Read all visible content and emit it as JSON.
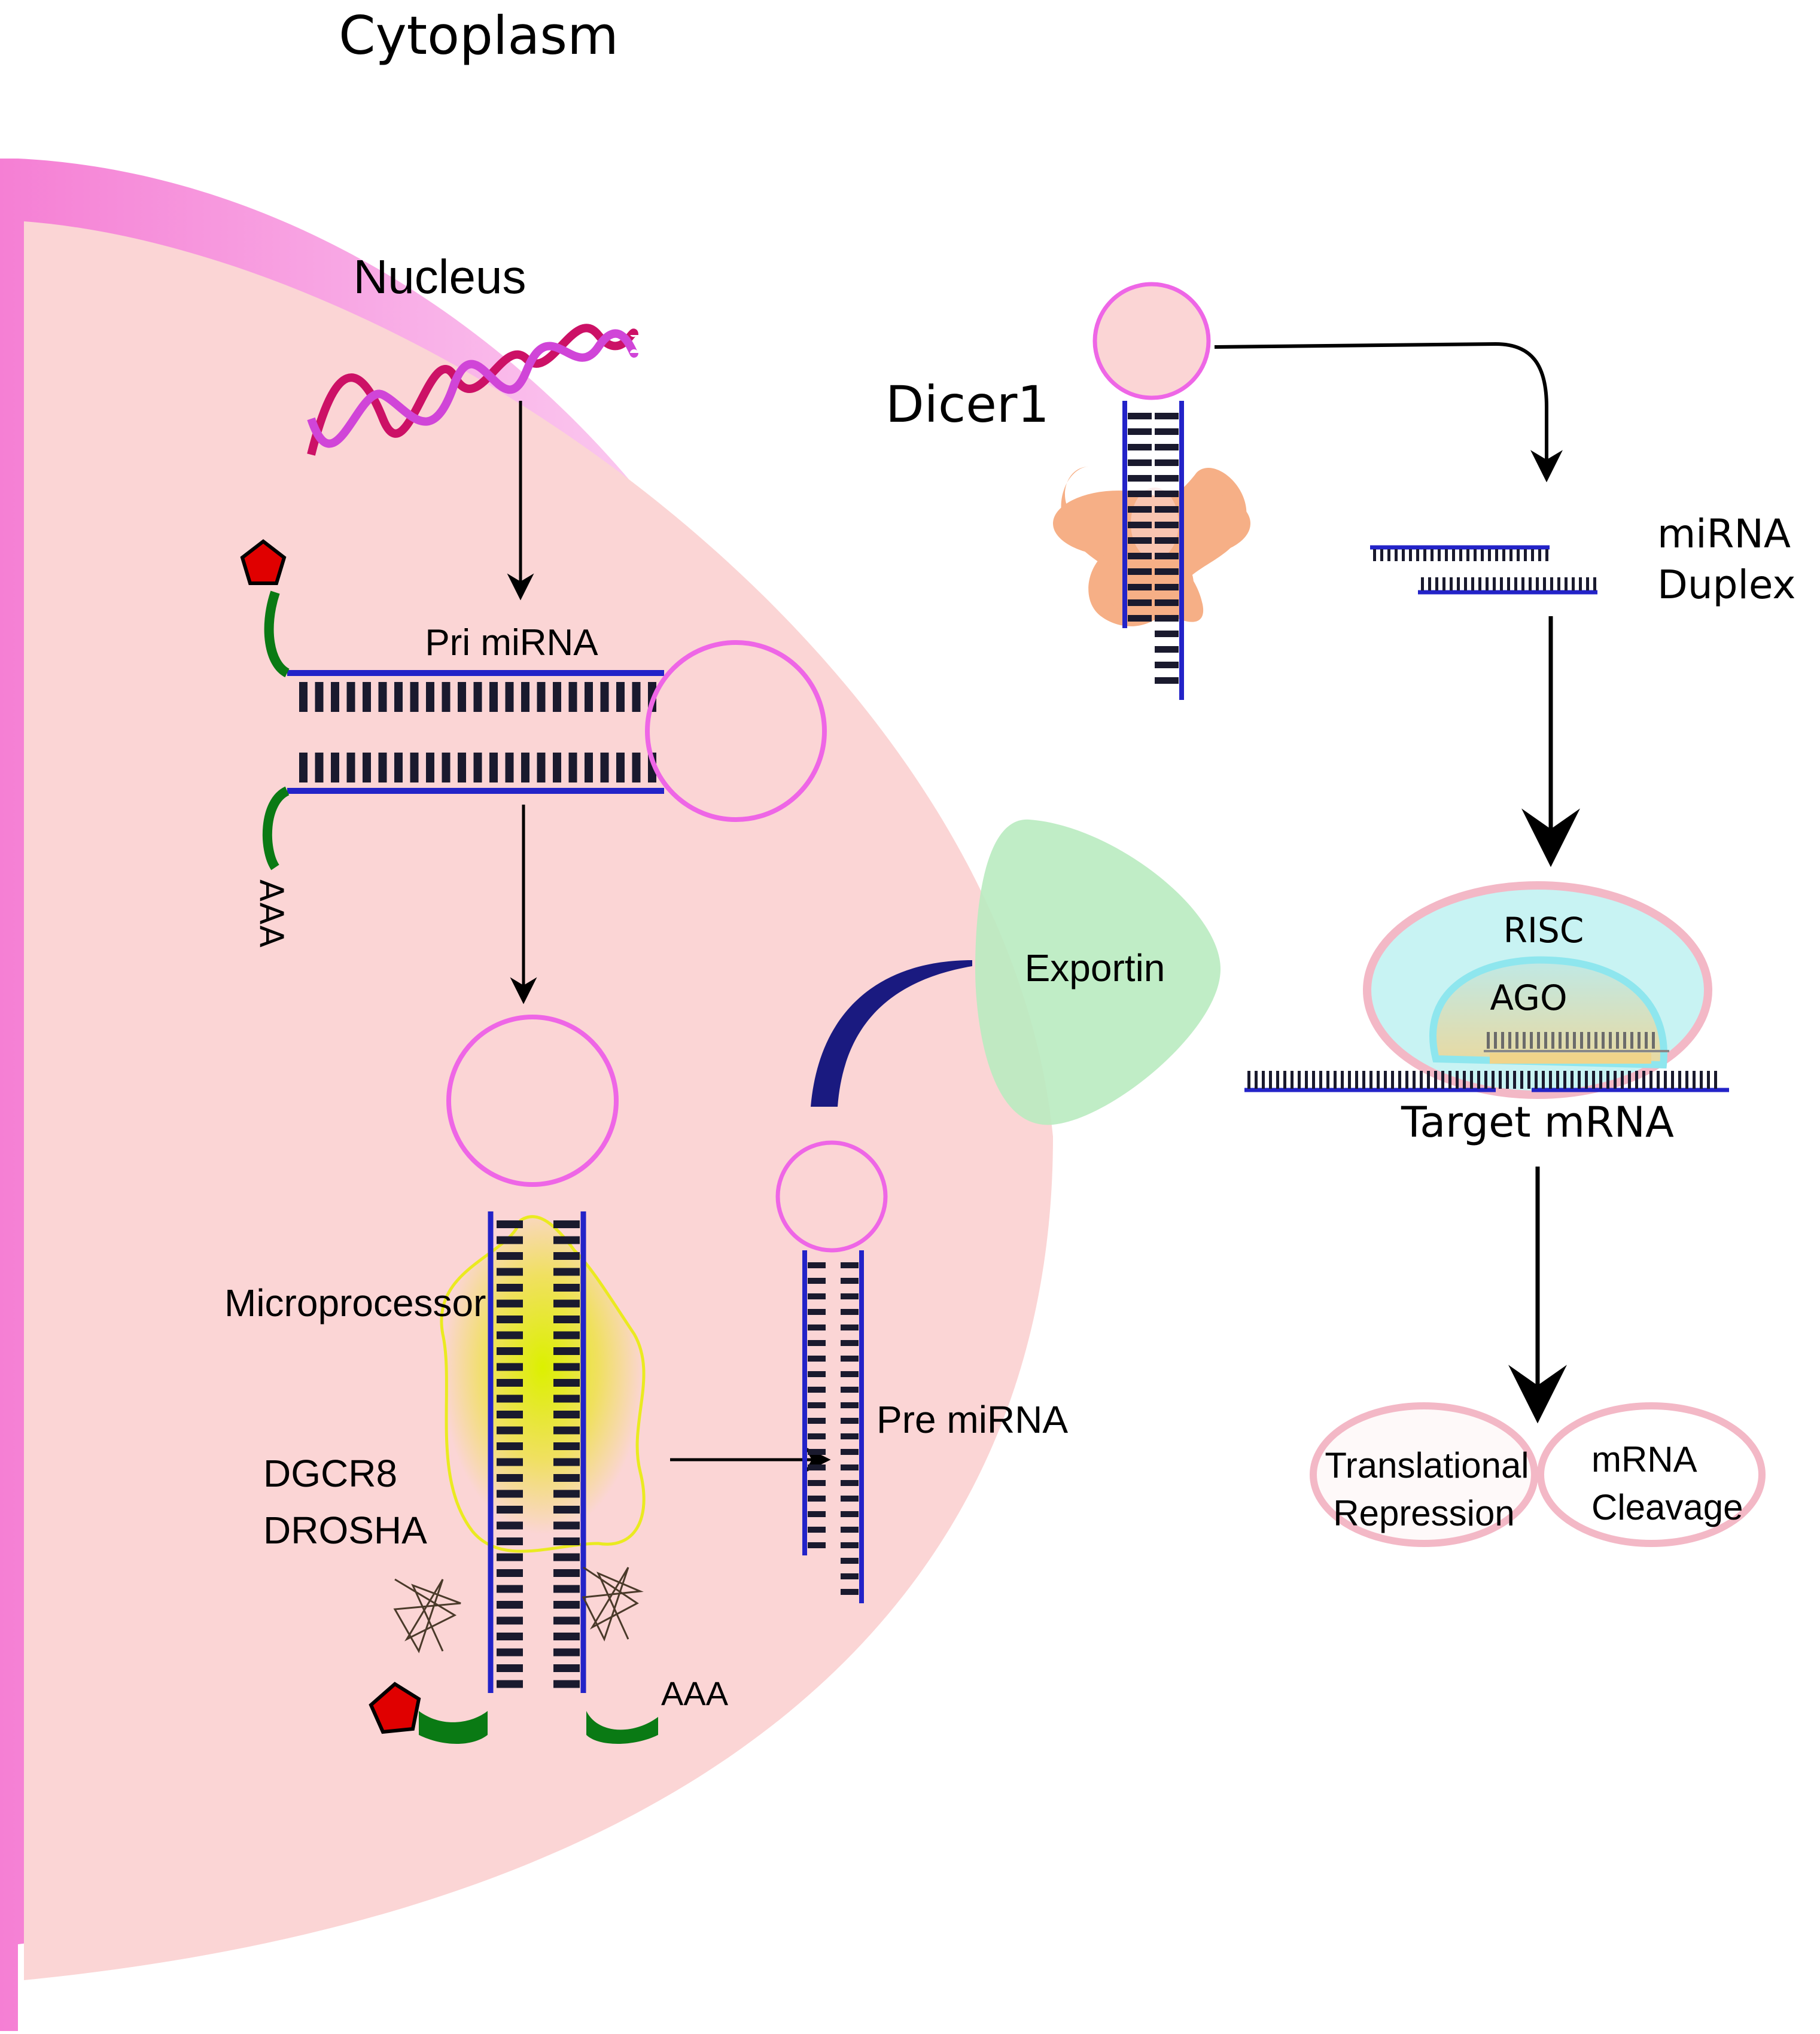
{
  "labels": {
    "cytoplasm": "Cytoplasm",
    "nucleus": "Nucleus",
    "pri_mirna": "Pri miRNA",
    "aaa_left": "AAA",
    "microprocessor": "Microprocessor",
    "dgcr8": "DGCR8",
    "drosha": "DROSHA",
    "aaa_bottom": "AAA",
    "pre_mirna": "Pre miRNA",
    "exportin": "Exportin",
    "dicer1": "Dicer1",
    "mirna": "miRNA",
    "duplex": "Duplex",
    "risc": "RISC",
    "ago": "AGO",
    "target_mrna": "Target mRNA",
    "translational": "Translational",
    "repression": "Repression",
    "mrna": "mRNA",
    "cleavage": "Cleavage"
  },
  "colors": {
    "nucleus_fill": "#fbd5d5",
    "membrane": "#f472c8",
    "loop": "#ee66e6",
    "backbone": "#2323c8",
    "base_pair": "#1a1a2e",
    "cap": "#e00000",
    "tail": "#0a7a14",
    "exportin": "#b9ebc0",
    "exportin_arrow": "#1a1a80",
    "dicer": "#f5a272",
    "microprocessor_outline": "#eaea20",
    "microprocessor_core": "#d8f000",
    "risc_fill": "#c8f3f3",
    "risc_outline": "#f3b8c6",
    "outcome_outline": "#f3b8c6"
  }
}
